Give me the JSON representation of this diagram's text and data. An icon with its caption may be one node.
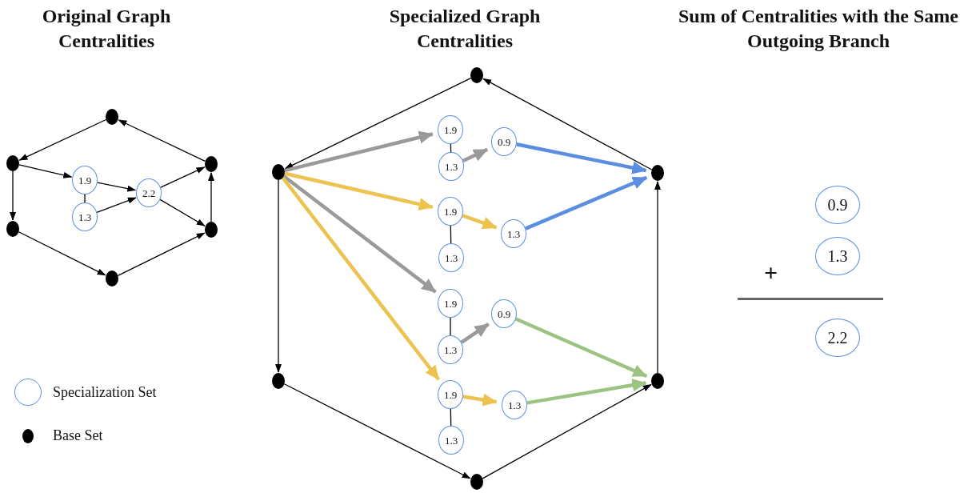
{
  "diagram": {
    "nodes": [
      {
        "text": [],
        "shape": "circle"
      },
      {
        "text": [],
        "shape": "circle"
      },
      {
        "text": [],
        "shape": "circle"
      },
      {
        "text": [],
        "shape": "circle"
      },
      {
        "text": [],
        "shape": "circle"
      },
      {
        "text": [],
        "shape": "circle"
      },
      {
        "text": [
          "1.9"
        ]
      },
      {
        "text": [
          "1.3"
        ]
      },
      {
        "text": [
          "2.2"
        ]
      },
      {
        "text": [],
        "shape": "circle"
      },
      {
        "text": [],
        "shape": "circle"
      },
      {
        "text": [],
        "shape": "circle"
      },
      {
        "text": [],
        "shape": "circle"
      },
      {
        "text": [],
        "shape": "circle"
      },
      {
        "text": [],
        "shape": "circle"
      },
      {
        "text": [
          "1.9"
        ]
      },
      {
        "text": [
          "1.3"
        ]
      },
      {
        "text": [
          "0.9"
        ]
      },
      {
        "text": [
          "1.9"
        ]
      },
      {
        "text": [
          "1.3"
        ]
      },
      {
        "text": [
          "1.3"
        ]
      },
      {
        "text": [
          "1.9"
        ]
      },
      {
        "text": [
          "1.3"
        ]
      },
      {
        "text": [
          "0.9"
        ]
      },
      {
        "text": [
          "1.9"
        ]
      },
      {
        "text": [
          "1.3"
        ]
      },
      {
        "text": [
          "1.3"
        ]
      },
      {
        "text": [
          "0.9"
        ]
      },
      {
        "text": [
          "1.3"
        ]
      },
      {
        "text": [
          "2.2"
        ]
      }
    ],
    "edges": [
      {
        "from": 0,
        "to": 1,
        "arrow": "to"
      },
      {
        "from": 2,
        "to": 0,
        "arrow": "to"
      },
      {
        "from": 1,
        "to": 3,
        "arrow": "to"
      },
      {
        "from": 1,
        "to": 6,
        "arrow": "to"
      },
      {
        "from": 6,
        "to": 7,
        "arrow": "none"
      },
      {
        "from": 6,
        "to": 8,
        "arrow": "to"
      },
      {
        "from": 7,
        "to": 8,
        "arrow": "to"
      },
      {
        "from": 8,
        "to": 2,
        "arrow": "to"
      },
      {
        "from": 8,
        "to": 4,
        "arrow": "to"
      },
      {
        "from": 4,
        "to": 2,
        "arrow": "to"
      },
      {
        "from": 3,
        "to": 5,
        "arrow": "to"
      },
      {
        "from": 5,
        "to": 4,
        "arrow": "to"
      },
      {
        "from": 9,
        "to": 10,
        "arrow": "to"
      },
      {
        "from": 11,
        "to": 9,
        "arrow": "to"
      },
      {
        "from": 10,
        "to": 12,
        "arrow": "to"
      },
      {
        "from": 12,
        "to": 14,
        "arrow": "to"
      },
      {
        "from": 14,
        "to": 13,
        "arrow": "to"
      },
      {
        "from": 13,
        "to": 11,
        "arrow": "to"
      },
      {
        "from": 10,
        "to": 15,
        "arrow": "to",
        "style": "thick",
        "color": "#9a9a9a"
      },
      {
        "from": 15,
        "to": 16,
        "arrow": "none"
      },
      {
        "from": 16,
        "to": 17,
        "arrow": "to",
        "style": "thick",
        "color": "#9a9a9a"
      },
      {
        "from": 17,
        "to": 11,
        "arrow": "to",
        "style": "thick",
        "color": "#5b8ee0"
      },
      {
        "from": 10,
        "to": 18,
        "arrow": "to",
        "style": "thick",
        "color": "#ecc351"
      },
      {
        "from": 18,
        "to": 19,
        "arrow": "to",
        "style": "thick",
        "color": "#ecc351"
      },
      {
        "from": 19,
        "to": 11,
        "arrow": "to",
        "style": "thick",
        "color": "#5b8ee0"
      },
      {
        "from": 18,
        "to": 20,
        "arrow": "none"
      },
      {
        "from": 10,
        "to": 21,
        "arrow": "to",
        "style": "thick",
        "color": "#9a9a9a"
      },
      {
        "from": 21,
        "to": 22,
        "arrow": "none"
      },
      {
        "from": 22,
        "to": 23,
        "arrow": "to",
        "style": "thick",
        "color": "#9a9a9a"
      },
      {
        "from": 23,
        "to": 13,
        "arrow": "to",
        "style": "thick",
        "color": "#9dc383"
      },
      {
        "from": 10,
        "to": 24,
        "arrow": "to",
        "style": "thick",
        "color": "#ecc351"
      },
      {
        "from": 24,
        "to": 25,
        "arrow": "to",
        "style": "thick",
        "color": "#ecc351"
      },
      {
        "from": 25,
        "to": 13,
        "arrow": "to",
        "style": "thick",
        "color": "#9dc383"
      },
      {
        "from": 24,
        "to": 26,
        "arrow": "none"
      }
    ],
    "labels": [
      "Original Graph Centralities",
      "Specialized Graph Centralities",
      "Sum of Centralities with the Same Outgoing Branch",
      "+"
    ],
    "legend": [
      {
        "text": "Specialization Set"
      },
      {
        "text": "Base Set"
      }
    ]
  }
}
